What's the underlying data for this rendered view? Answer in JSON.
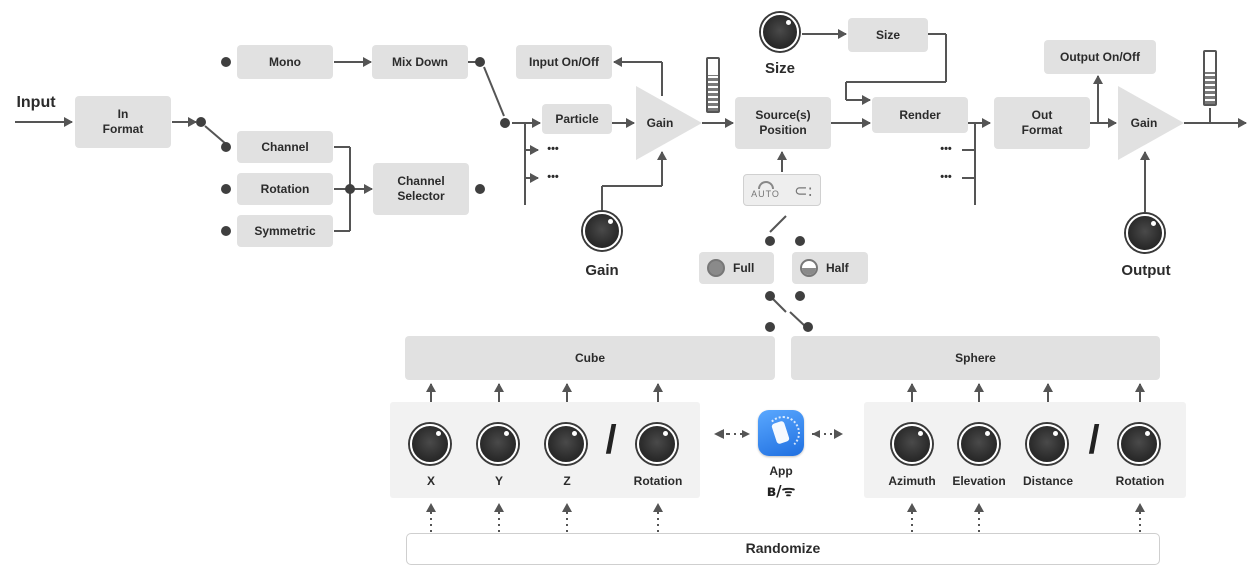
{
  "diagram": {
    "input_label": "Input",
    "blocks": {
      "in_format": "In\nFormat",
      "mono": "Mono",
      "mix_down": "Mix Down",
      "channel": "Channel",
      "rotation": "Rotation",
      "symmetric": "Symmetric",
      "channel_selector": "Channel\nSelector",
      "input_on_off": "Input On/Off",
      "particle": "Particle",
      "gain_input": "Gain",
      "sources_position": "Source(s)\nPosition",
      "size": "Size",
      "render": "Render",
      "out_format": "Out\nFormat",
      "output_on_off": "Output On/Off",
      "gain_output": "Gain",
      "cube": "Cube",
      "sphere": "Sphere",
      "randomize": "Randomize"
    },
    "ellipsis": "•••",
    "knobs": {
      "size": "Size",
      "gain": "Gain",
      "output": "Output"
    },
    "modes": {
      "auto": "AUTO",
      "full": "Full",
      "half": "Half"
    },
    "cube_controls": [
      "X",
      "Y",
      "Z",
      "Rotation"
    ],
    "sphere_controls": [
      "Azimuth",
      "Elevation",
      "Distance",
      "Rotation"
    ],
    "separator": "/",
    "app": {
      "label": "App",
      "connectivity": "ʙ/ᯤ",
      "icon": "app-icon"
    },
    "colors": {
      "block": "#e1e1e1",
      "panel": "#f2f2f2",
      "line": "#555555",
      "knob": "#2c2c2c",
      "app": "#2f86f5"
    }
  }
}
